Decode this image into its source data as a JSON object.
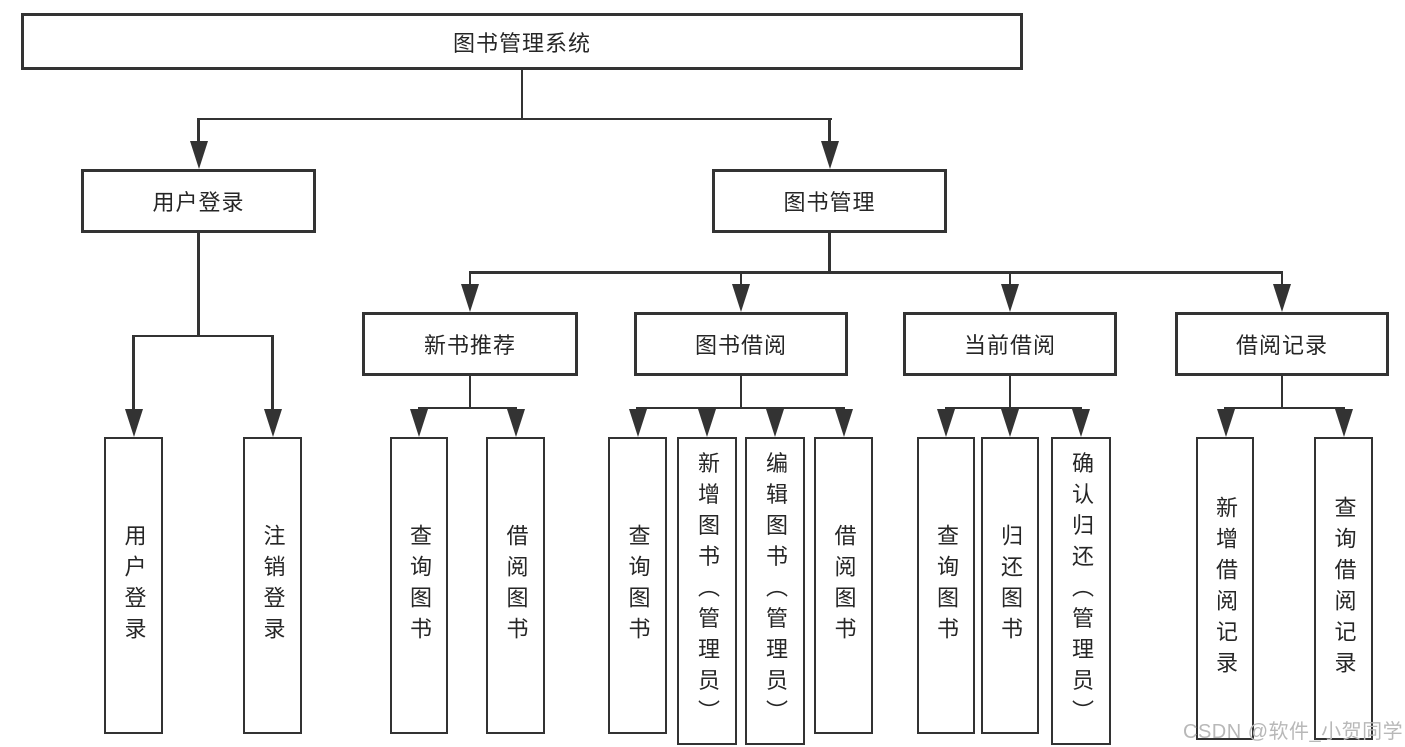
{
  "tree": {
    "root": "图书管理系统",
    "children": [
      {
        "label": "用户登录",
        "children": [
          "用户登录",
          "注销登录"
        ]
      },
      {
        "label": "图书管理",
        "children": [
          {
            "label": "新书推荐",
            "children": [
              "查询图书",
              "借阅图书"
            ]
          },
          {
            "label": "图书借阅",
            "children": [
              "查询图书",
              "新增图书（管理员）",
              "编辑图书（管理员）",
              "借阅图书"
            ]
          },
          {
            "label": "当前借阅",
            "children": [
              "查询图书",
              "归还图书",
              "确认归还（管理员）"
            ]
          },
          {
            "label": "借阅记录",
            "children": [
              "新增借阅记录",
              "查询借阅记录"
            ]
          }
        ]
      }
    ]
  },
  "watermark": {
    "text": "CSDN @软件_小贺同学"
  },
  "colors": {
    "line": "#333333",
    "text": "#262626",
    "background": "#ffffff",
    "watermark_text": "#b8b8b8"
  }
}
